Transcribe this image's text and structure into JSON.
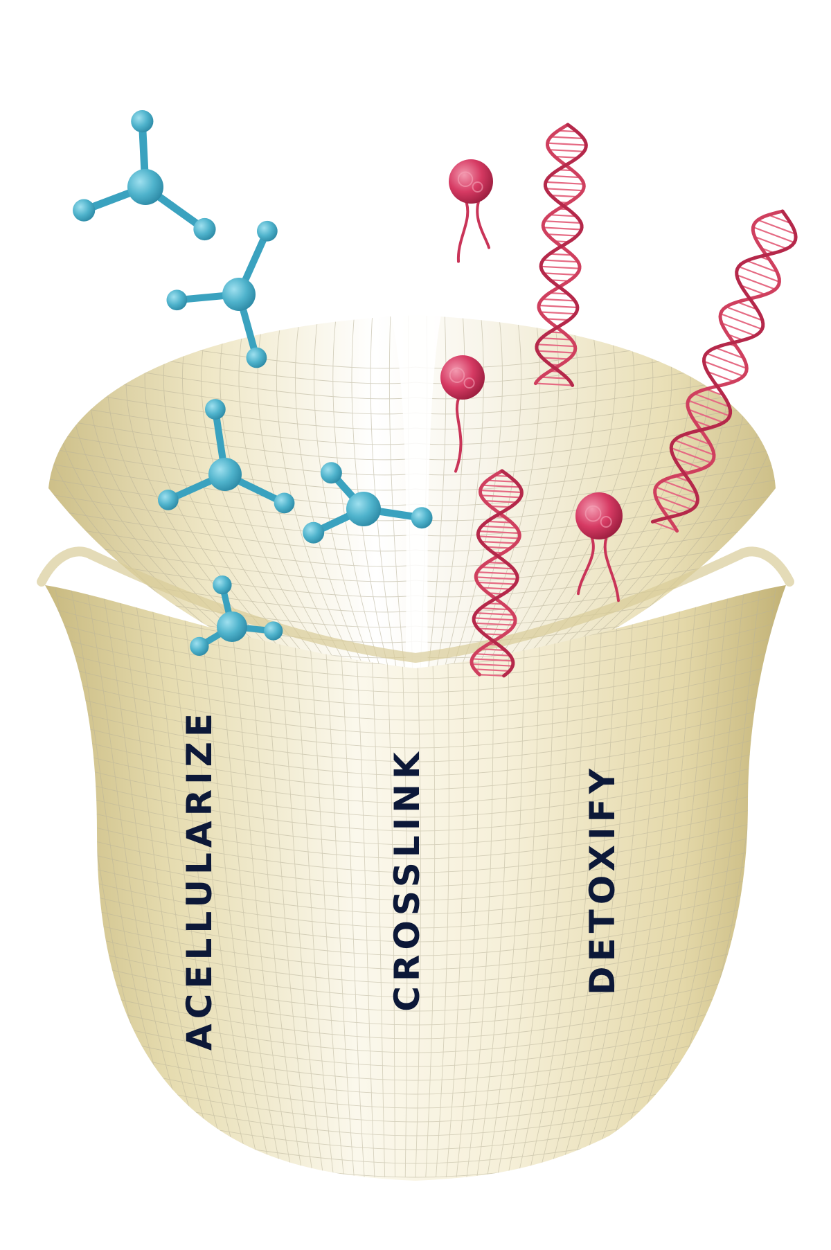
{
  "steps": [
    "ACELLULARIZE",
    "CROSSLINK",
    "DETOXIFY"
  ],
  "colors": {
    "label": "#0c1838",
    "tissue_light": "#fbf8ec",
    "tissue_mid": "#efe7c6",
    "tissue_dark": "#cdbf88",
    "grid_line": "#b9b39a",
    "molecule": "#4fb3cc",
    "molecule_dark": "#2d8aa6",
    "cell": "#d63a63",
    "dna": "#cf3f5e"
  },
  "icons": [
    "branched-molecule-icon",
    "cell-icon",
    "dna-helix-icon"
  ]
}
